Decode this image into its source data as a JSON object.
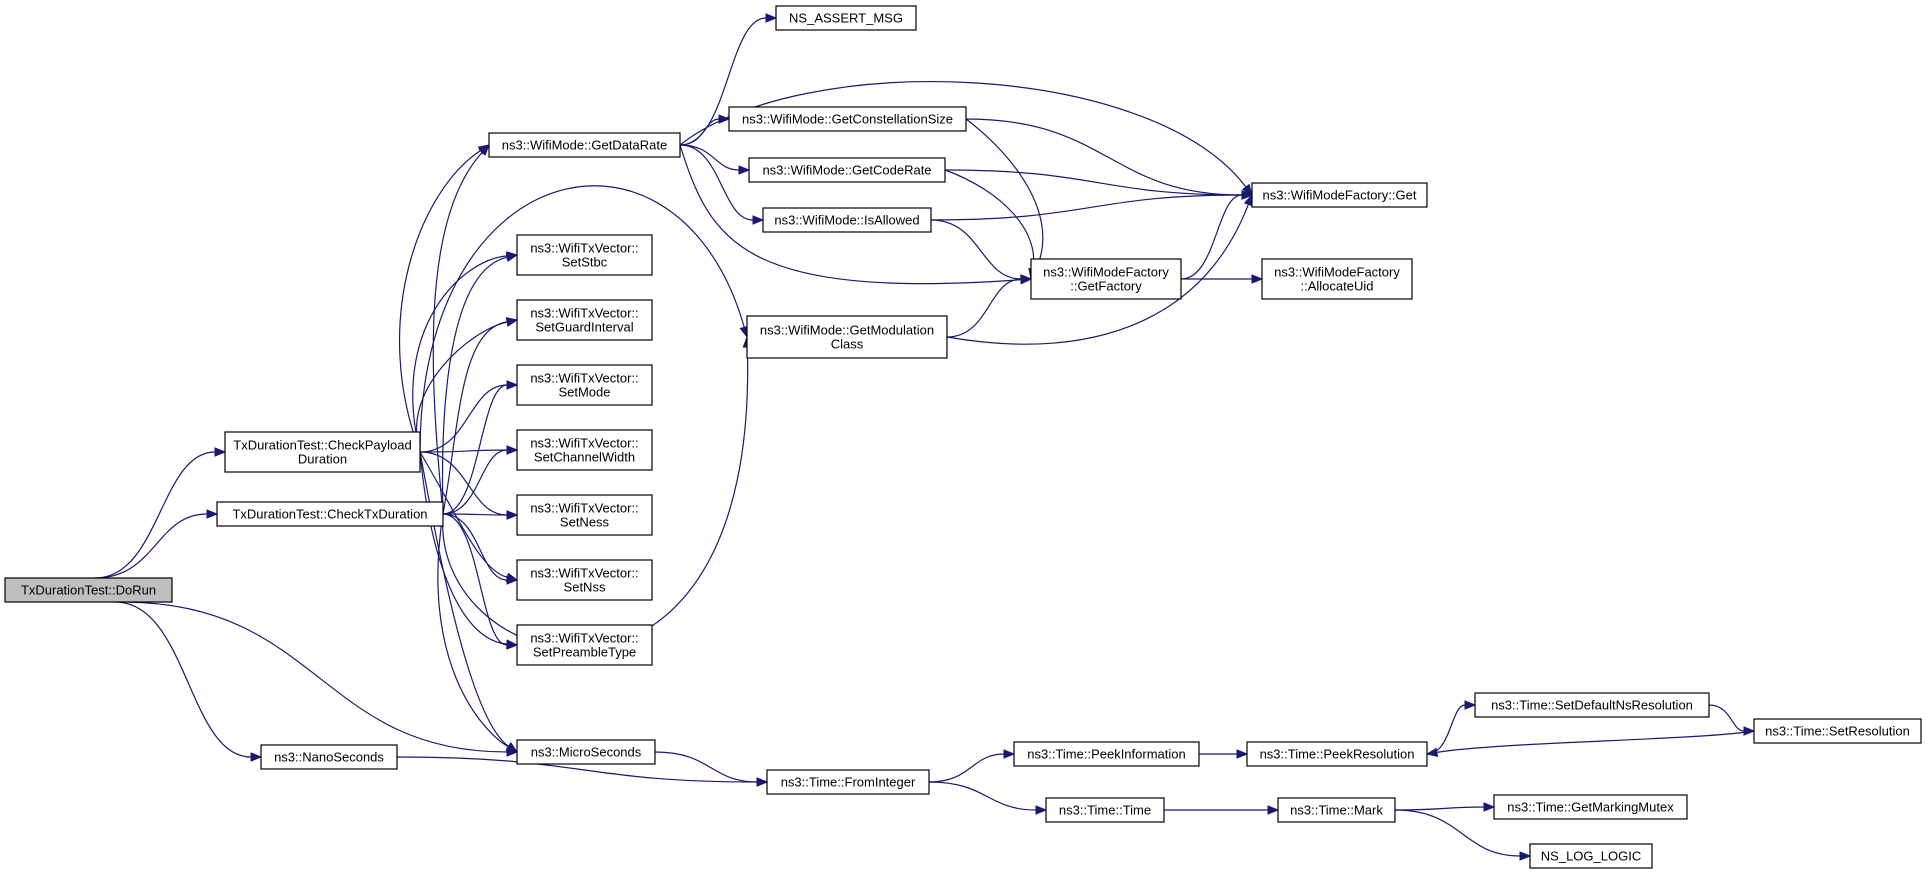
{
  "colors": {
    "edge": "#191970",
    "root_fill": "#bfbfbf",
    "node_fill": "#ffffff",
    "border": "#000000"
  },
  "nodes": [
    {
      "id": "dorun",
      "lines": [
        "TxDurationTest::DoRun"
      ],
      "root": true
    },
    {
      "id": "checkpayload",
      "lines": [
        "TxDurationTest::CheckPayload",
        "Duration"
      ]
    },
    {
      "id": "checktx",
      "lines": [
        "TxDurationTest::CheckTxDuration"
      ]
    },
    {
      "id": "nanoseconds",
      "lines": [
        "ns3::NanoSeconds"
      ]
    },
    {
      "id": "microseconds",
      "lines": [
        "ns3::MicroSeconds"
      ]
    },
    {
      "id": "getdatarate",
      "lines": [
        "ns3::WifiMode::GetDataRate"
      ]
    },
    {
      "id": "setstbc",
      "lines": [
        "ns3::WifiTxVector::",
        "SetStbc"
      ]
    },
    {
      "id": "setguard",
      "lines": [
        "ns3::WifiTxVector::",
        "SetGuardInterval"
      ]
    },
    {
      "id": "setmode",
      "lines": [
        "ns3::WifiTxVector::",
        "SetMode"
      ]
    },
    {
      "id": "setchannel",
      "lines": [
        "ns3::WifiTxVector::",
        "SetChannelWidth"
      ]
    },
    {
      "id": "setness",
      "lines": [
        "ns3::WifiTxVector::",
        "SetNess"
      ]
    },
    {
      "id": "setnss",
      "lines": [
        "ns3::WifiTxVector::",
        "SetNss"
      ]
    },
    {
      "id": "setpreamble",
      "lines": [
        "ns3::WifiTxVector::",
        "SetPreambleType"
      ]
    },
    {
      "id": "assert",
      "lines": [
        "NS_ASSERT_MSG"
      ]
    },
    {
      "id": "getconst",
      "lines": [
        "ns3::WifiMode::GetConstellationSize"
      ]
    },
    {
      "id": "getcoderate",
      "lines": [
        "ns3::WifiMode::GetCodeRate"
      ]
    },
    {
      "id": "isallowed",
      "lines": [
        "ns3::WifiMode::IsAllowed"
      ]
    },
    {
      "id": "getmodclass",
      "lines": [
        "ns3::WifiMode::GetModulation",
        "Class"
      ]
    },
    {
      "id": "factoryget",
      "lines": [
        "ns3::WifiModeFactory::Get"
      ]
    },
    {
      "id": "getfactory",
      "lines": [
        "ns3::WifiModeFactory",
        "::GetFactory"
      ]
    },
    {
      "id": "allocuid",
      "lines": [
        "ns3::WifiModeFactory",
        "::AllocateUid"
      ]
    },
    {
      "id": "frominteger",
      "lines": [
        "ns3::Time::FromInteger"
      ]
    },
    {
      "id": "peekinfo",
      "lines": [
        "ns3::Time::PeekInformation"
      ]
    },
    {
      "id": "peekres",
      "lines": [
        "ns3::Time::PeekResolution"
      ]
    },
    {
      "id": "setdefaultns",
      "lines": [
        "ns3::Time::SetDefaultNsResolution"
      ]
    },
    {
      "id": "setres",
      "lines": [
        "ns3::Time::SetResolution"
      ]
    },
    {
      "id": "timetime",
      "lines": [
        "ns3::Time::Time"
      ]
    },
    {
      "id": "timemark",
      "lines": [
        "ns3::Time::Mark"
      ]
    },
    {
      "id": "getmarkingmutex",
      "lines": [
        "ns3::Time::GetMarkingMutex"
      ]
    },
    {
      "id": "nslog",
      "lines": [
        "NS_LOG_LOGIC"
      ]
    }
  ],
  "edges": [
    [
      "dorun",
      "checkpayload"
    ],
    [
      "dorun",
      "checktx"
    ],
    [
      "dorun",
      "nanoseconds"
    ],
    [
      "dorun",
      "microseconds"
    ],
    [
      "checkpayload",
      "getdatarate"
    ],
    [
      "checkpayload",
      "getmodclass"
    ],
    [
      "checkpayload",
      "setstbc"
    ],
    [
      "checkpayload",
      "setguard"
    ],
    [
      "checkpayload",
      "setmode"
    ],
    [
      "checkpayload",
      "setchannel"
    ],
    [
      "checkpayload",
      "setness"
    ],
    [
      "checkpayload",
      "setnss"
    ],
    [
      "checkpayload",
      "setpreamble"
    ],
    [
      "checkpayload",
      "microseconds"
    ],
    [
      "checktx",
      "getdatarate"
    ],
    [
      "checktx",
      "setstbc"
    ],
    [
      "checktx",
      "setguard"
    ],
    [
      "checktx",
      "setmode"
    ],
    [
      "checktx",
      "setchannel"
    ],
    [
      "checktx",
      "setness"
    ],
    [
      "checktx",
      "setnss"
    ],
    [
      "checktx",
      "setpreamble"
    ],
    [
      "checktx",
      "microseconds"
    ],
    [
      "checktx",
      "getmodclass"
    ],
    [
      "getdatarate",
      "assert"
    ],
    [
      "getdatarate",
      "getconst"
    ],
    [
      "getdatarate",
      "getcoderate"
    ],
    [
      "getdatarate",
      "isallowed"
    ],
    [
      "getdatarate",
      "factoryget"
    ],
    [
      "getdatarate",
      "getfactory"
    ],
    [
      "getconst",
      "factoryget"
    ],
    [
      "getconst",
      "getfactory"
    ],
    [
      "getcoderate",
      "factoryget"
    ],
    [
      "getcoderate",
      "getfactory"
    ],
    [
      "isallowed",
      "factoryget"
    ],
    [
      "isallowed",
      "getfactory"
    ],
    [
      "getmodclass",
      "getfactory"
    ],
    [
      "getmodclass",
      "factoryget"
    ],
    [
      "getfactory",
      "factoryget"
    ],
    [
      "getfactory",
      "allocuid"
    ],
    [
      "nanoseconds",
      "frominteger"
    ],
    [
      "microseconds",
      "frominteger"
    ],
    [
      "frominteger",
      "peekinfo"
    ],
    [
      "frominteger",
      "timetime"
    ],
    [
      "peekinfo",
      "peekres"
    ],
    [
      "peekres",
      "setdefaultns"
    ],
    [
      "setdefaultns",
      "setres"
    ],
    [
      "setres",
      "peekres"
    ],
    [
      "timetime",
      "timemark"
    ],
    [
      "timemark",
      "getmarkingmutex"
    ],
    [
      "timemark",
      "nslog"
    ]
  ]
}
